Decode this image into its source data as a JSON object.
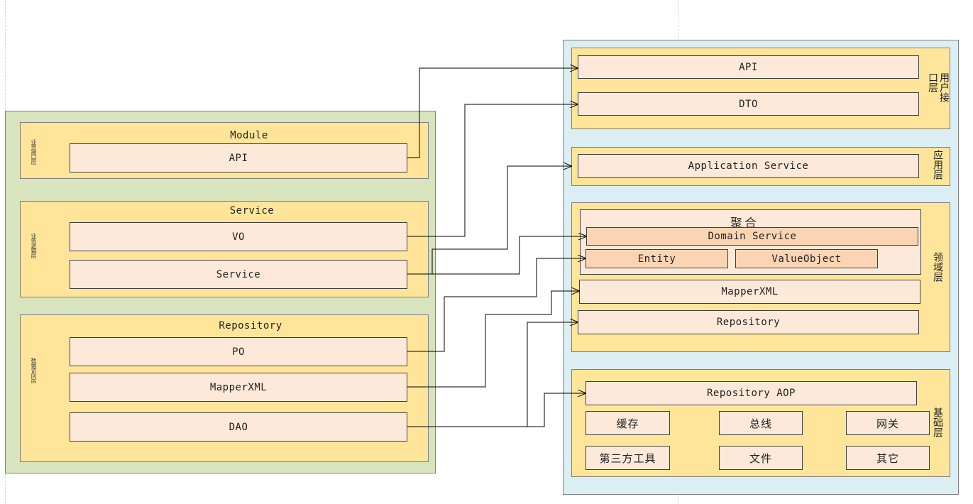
{
  "left": {
    "module": {
      "title": "Module",
      "side_label": "业务接口层",
      "api": "API"
    },
    "service": {
      "title": "Service",
      "side_label": "业务逻辑层",
      "vo": "VO",
      "service": "Service"
    },
    "repository": {
      "title": "Repository",
      "side_label": "数据访问层",
      "po": "PO",
      "mapperxml": "MapperXML",
      "dao": "DAO"
    }
  },
  "right": {
    "user_interface": {
      "side_label": "用户接口层",
      "api": "API",
      "dto": "DTO"
    },
    "application": {
      "side_label": "应用层",
      "app_service": "Application Service"
    },
    "domain": {
      "side_label": "领域层",
      "aggregate": {
        "title": "聚合",
        "domain_service": "Domain Service",
        "entity": "Entity",
        "value_object": "ValueObject"
      },
      "mapperxml": "MapperXML",
      "repository": "Repository"
    },
    "infrastructure": {
      "side_label": "基础层",
      "repo_aop": "Repository AOP",
      "items": [
        "缓存",
        "总线",
        "网关",
        "第三方工具",
        "文件",
        "其它"
      ]
    }
  },
  "colors": {
    "left_container": "#d7e4bd",
    "right_container": "#dbeef4",
    "layer_fill": "#fee599",
    "box_fill": "#fde9d9",
    "aggregate_box_fill": "#fbd4b4"
  }
}
